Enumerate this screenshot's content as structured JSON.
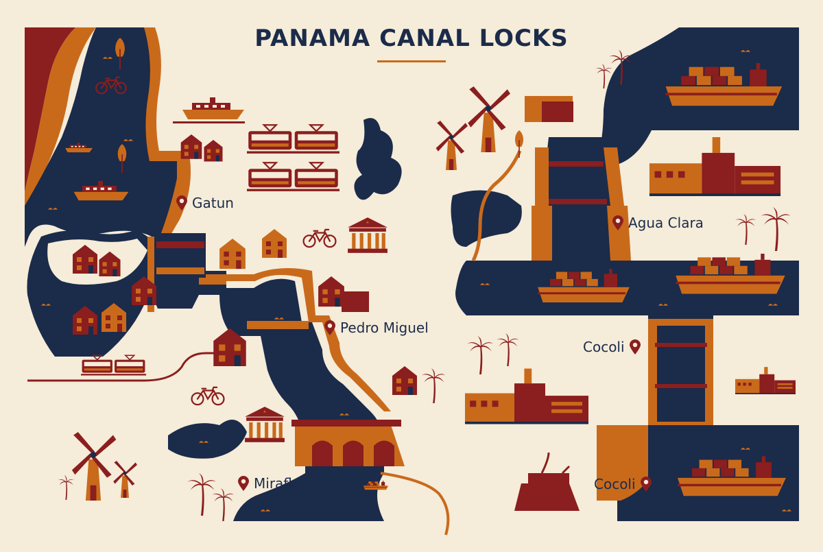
{
  "title": "PANAMA CANAL LOCKS",
  "colors": {
    "background": "#f5ecd9",
    "water": "#1b2b4a",
    "orange": "#c96a1b",
    "red": "#8b1e1e",
    "cream": "#f5ecd9"
  },
  "locations": [
    {
      "id": "gatun",
      "name": "Gatun",
      "pin_side": "left"
    },
    {
      "id": "pedro-miguel",
      "name": "Pedro Miguel",
      "pin_side": "left"
    },
    {
      "id": "miraflores",
      "name": "Miraflores",
      "pin_side": "left"
    },
    {
      "id": "agua-clara",
      "name": "Agua Clara",
      "pin_side": "left"
    },
    {
      "id": "cocoli-upper",
      "name": "Cocoli",
      "pin_side": "right"
    },
    {
      "id": "cocoli-lower",
      "name": "Cocoli",
      "pin_side": "right"
    }
  ],
  "icons": [
    "container-ship-icon",
    "ferry-icon",
    "tram-icon",
    "bicycle-icon",
    "windmill-icon",
    "palm-tree-icon",
    "house-icon",
    "temple-icon",
    "factory-icon",
    "lock-gate-icon",
    "location-pin-icon",
    "tree-icon"
  ]
}
